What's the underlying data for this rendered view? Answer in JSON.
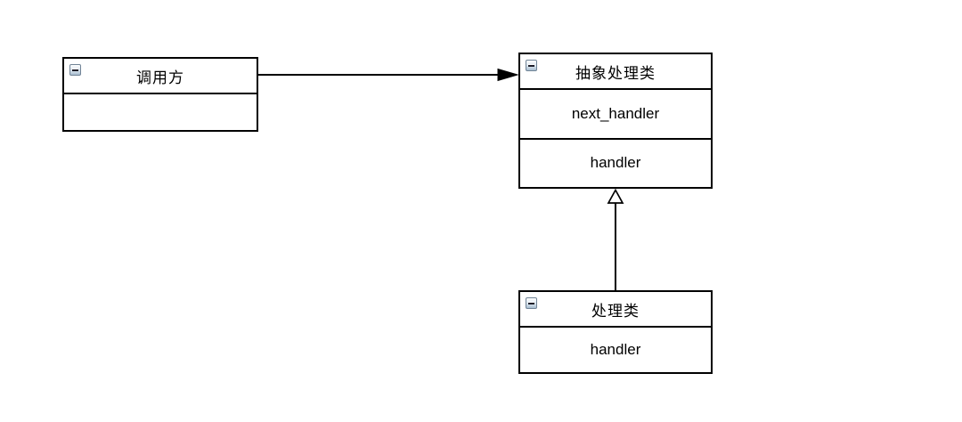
{
  "canvas": {
    "background_color": "#ffffff",
    "stroke_color": "#000000",
    "text_color": "#000000"
  },
  "nodes": {
    "caller": {
      "title": "调用方",
      "attributes": []
    },
    "abstract_handler": {
      "title": "抽象处理类",
      "attributes": [
        "next_handler",
        "handler"
      ]
    },
    "handler": {
      "title": "处理类",
      "attributes": [
        "handler"
      ]
    }
  },
  "edges": [
    {
      "from": "调用方",
      "to": "抽象处理类",
      "type": "association",
      "arrowhead": "filled-triangle"
    },
    {
      "from": "处理类",
      "to": "抽象处理类",
      "type": "inheritance",
      "arrowhead": "hollow-triangle"
    }
  ],
  "icons": {
    "collapse": "collapse-minus-icon"
  }
}
